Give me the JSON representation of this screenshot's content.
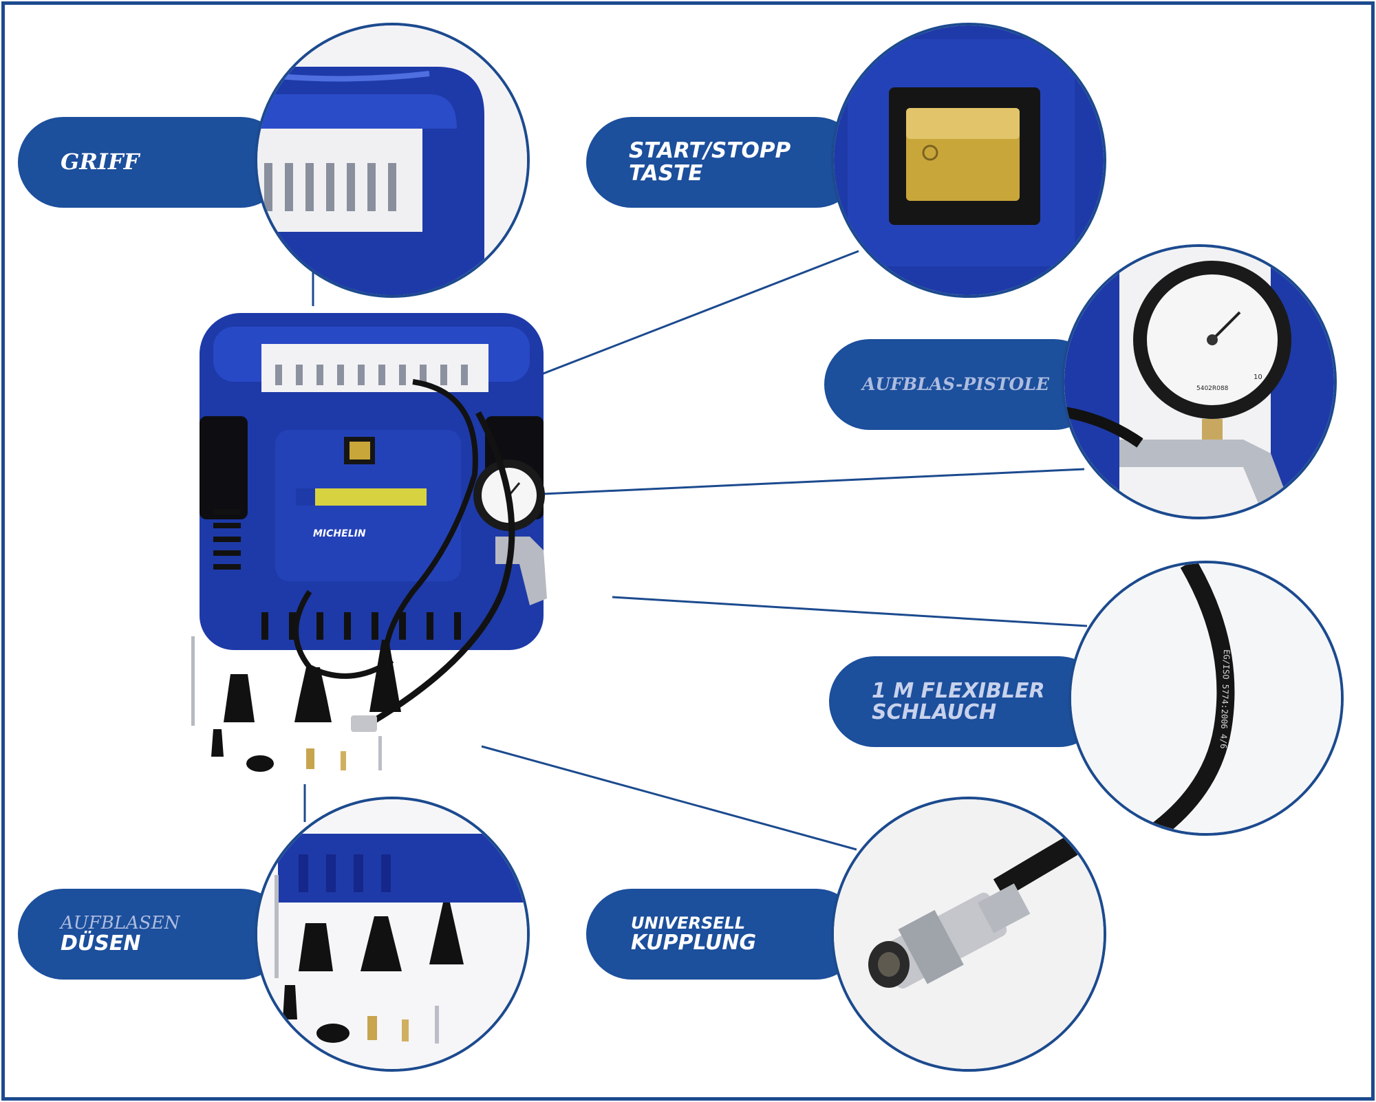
{
  "brand": "MICHELIN",
  "colors": {
    "brand_blue": "#1c4f9c",
    "device_blue": "#1e3aa8",
    "frame": "#1c4a8e"
  },
  "labels": {
    "griff": {
      "line1": "GRIFF"
    },
    "start_stop": {
      "line1": "START/STOPP",
      "line2": "TASTE"
    },
    "aufblas_pistole": {
      "line1": "AUFBLAS-PISTOLE"
    },
    "schlauch": {
      "line1": "1 M FLEXIBLER",
      "line2": "SCHLAUCH"
    },
    "duesen": {
      "line1": "AUFBLASEN",
      "line2": "DÜSEN"
    },
    "kupplung": {
      "line1": "UNIVERSELL",
      "line2": "KUPPLUNG"
    }
  },
  "gauge_text": {
    "scale_max": "10",
    "code": "5402R088"
  },
  "hose_print": "EG/ISO 5774:2006 4/6"
}
